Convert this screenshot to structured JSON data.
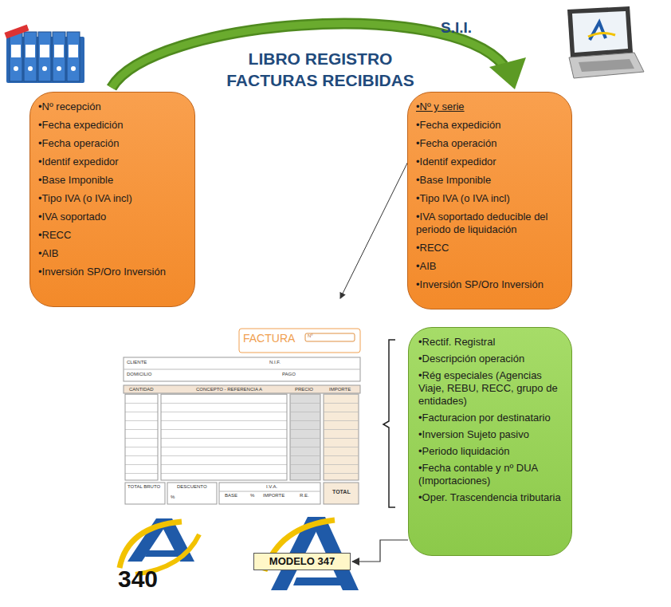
{
  "diagram": {
    "title": "LIBRO REGISTRO FACTURAS RECIBIDAS",
    "nodes": [
      {
        "text": [
          "•Nº recepción",
          "•Fecha expedición",
          "•Fecha operación",
          "•Identif expedidor",
          "•Base Imponible",
          "•Tipo IVA (o IVA incl)",
          "•IVA soportado",
          "•RECC",
          "•AIB",
          "•Inversión SP/Oro Inversión"
        ]
      },
      {
        "text": [
          "•Nº y serie",
          "•Fecha expedición",
          "•Fecha operación",
          "•Identif expedidor",
          "•Base Imponible",
          "•Tipo IVA (o IVA incl)",
          "•IVA soportado deducible del periodo de liquidación",
          "•RECC",
          "•AIB",
          "•Inversión SP/Oro Inversión"
        ]
      },
      {
        "text": [
          "•Rectif. Registral",
          "•Descripción operación",
          "•Rég especiales (Agencias Viaje, REBU, RECC, grupo de entidades)",
          "•Facturacion por destinatario",
          "•Inversion Sujeto pasivo",
          "•Periodo liquidación",
          "•Fecha contable y nº DUA (Importaciones)",
          "•Oper. Trascendencia tributaria"
        ]
      },
      {
        "text": [
          "MODELO 347"
        ]
      }
    ],
    "edges": [
      {
        "from": 2,
        "to": 3,
        "arrow": "to"
      }
    ],
    "labels": [
      "S.I.I.",
      "FACTURA",
      "Nº",
      "CLIENTE",
      "N.I.F.",
      "DOMICILIO",
      "PAGO",
      "CANTIDAD",
      "CONCEPTO - REFERENCIA A",
      "PRECIO",
      "IMPORTE",
      "TOTAL BRUTO",
      "DESCUENTO",
      "%",
      "BASE",
      "%",
      "I.V.A.",
      "IMPORTE",
      "R.E.",
      "TOTAL",
      "340"
    ]
  }
}
